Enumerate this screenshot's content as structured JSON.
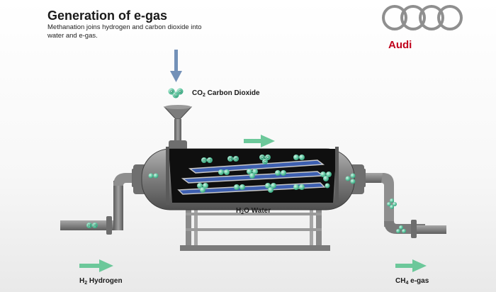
{
  "header": {
    "title": "Generation of e-gas",
    "subtitle": "Methanation joins hydrogen and carbon dioxide into water and e-gas."
  },
  "brand": {
    "name": "Audi",
    "color": "#c0001b",
    "logo": "four-rings-logo"
  },
  "labels": {
    "co2": {
      "prefix": "CO",
      "sub": "2",
      "suffix": " Carbon Dioxide"
    },
    "water": {
      "prefix": "H",
      "sub": "2",
      "suffix": "O Water"
    },
    "hydrogen": {
      "prefix": "H",
      "sub": "2",
      "suffix": " Hydrogen"
    },
    "egas": {
      "prefix": "CH",
      "sub": "4",
      "suffix": " e-gas"
    }
  },
  "molecules": {
    "hydrogen": "H",
    "carbon": "C",
    "oxygen": "O"
  },
  "colors": {
    "arrow_flow": "#6cc89a",
    "arrow_input": "#7391b8",
    "metal": "#7c7c7c",
    "metal_dark": "#4a4a4a",
    "tank_interior": "#111111",
    "plate_blue": "#3d5fb0",
    "molecule": "#55c6a0"
  },
  "icons": [
    "down-arrow-icon",
    "flow-arrow-icon",
    "funnel-icon",
    "molecule-icon"
  ]
}
